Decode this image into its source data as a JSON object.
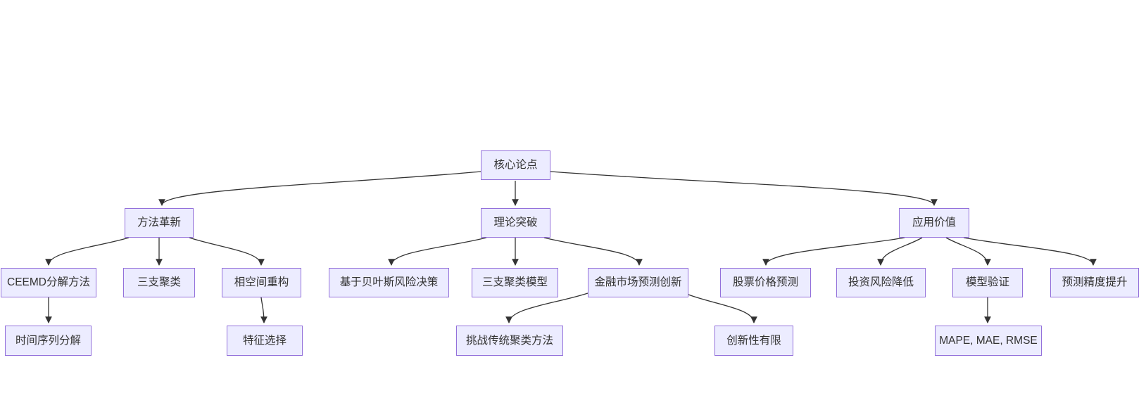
{
  "diagram": {
    "type": "flowchart",
    "direction": "top-down",
    "style": {
      "background": "#ffffff",
      "node_fill": "#ECECFF",
      "node_border": "#9370DB",
      "node_text_color": "#333333",
      "edge_color": "#333333"
    },
    "nodes": [
      {
        "id": "root",
        "label": "核心论点"
      },
      {
        "id": "method",
        "label": "方法革新"
      },
      {
        "id": "theory",
        "label": "理论突破"
      },
      {
        "id": "application",
        "label": "应用价值"
      },
      {
        "id": "ceemd",
        "label": "CEEMD分解方法"
      },
      {
        "id": "threeway",
        "label": "三支聚类"
      },
      {
        "id": "phase",
        "label": "相空间重构"
      },
      {
        "id": "bayes",
        "label": "基于贝叶斯风险决策"
      },
      {
        "id": "model",
        "label": "三支聚类模型"
      },
      {
        "id": "finance",
        "label": "金融市场预测创新"
      },
      {
        "id": "stock",
        "label": "股票价格预测"
      },
      {
        "id": "risk",
        "label": "投资风险降低"
      },
      {
        "id": "validation",
        "label": "模型验证"
      },
      {
        "id": "accuracy",
        "label": "预测精度提升"
      },
      {
        "id": "ts",
        "label": "时间序列分解"
      },
      {
        "id": "feature",
        "label": "特征选择"
      },
      {
        "id": "challenge",
        "label": "挑战传统聚类方法"
      },
      {
        "id": "limited",
        "label": "创新性有限"
      },
      {
        "id": "metrics",
        "label": "MAPE, MAE, RMSE"
      }
    ],
    "edges": [
      {
        "from": "root",
        "to": "method"
      },
      {
        "from": "root",
        "to": "theory"
      },
      {
        "from": "root",
        "to": "application"
      },
      {
        "from": "method",
        "to": "ceemd"
      },
      {
        "from": "method",
        "to": "threeway"
      },
      {
        "from": "method",
        "to": "phase"
      },
      {
        "from": "theory",
        "to": "bayes"
      },
      {
        "from": "theory",
        "to": "model"
      },
      {
        "from": "theory",
        "to": "finance"
      },
      {
        "from": "application",
        "to": "stock"
      },
      {
        "from": "application",
        "to": "risk"
      },
      {
        "from": "application",
        "to": "validation"
      },
      {
        "from": "application",
        "to": "accuracy"
      },
      {
        "from": "ceemd",
        "to": "ts"
      },
      {
        "from": "phase",
        "to": "feature"
      },
      {
        "from": "finance",
        "to": "challenge"
      },
      {
        "from": "finance",
        "to": "limited"
      },
      {
        "from": "validation",
        "to": "metrics"
      }
    ]
  }
}
